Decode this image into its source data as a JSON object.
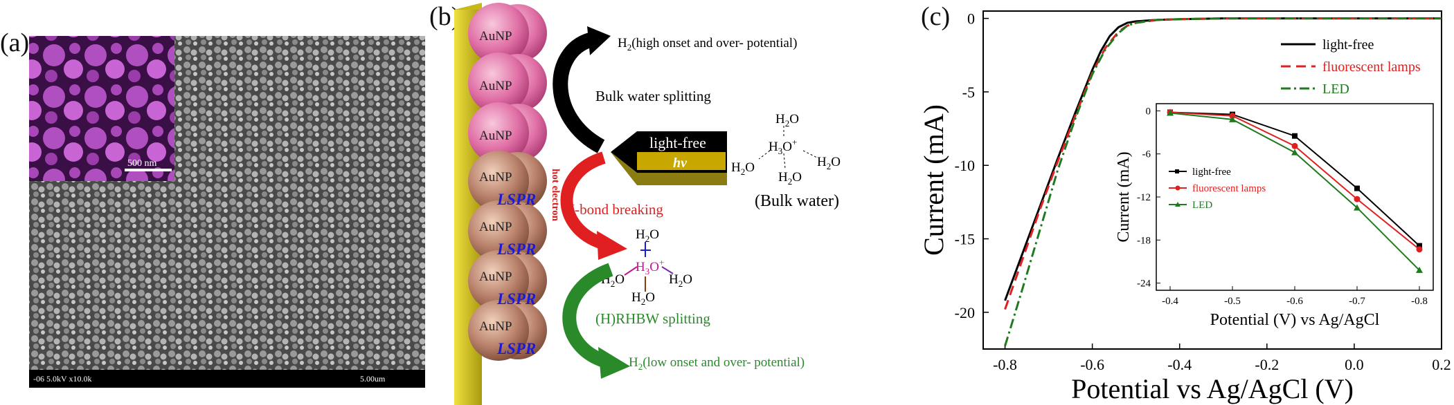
{
  "panel_a": {
    "label": "(a)",
    "scale_bar_label": "500 nm",
    "footer_left": "-06 5.0kV x10.0k",
    "footer_right": "5.00um"
  },
  "panel_b": {
    "label": "(b)",
    "particle_label": "AuNP",
    "lspr_label": "LSPR",
    "hot_electron_label": "hot electron",
    "top_product": "(high onset and over- potential)",
    "bulk_splitting": "Bulk water splitting",
    "light_free": "light-free",
    "hv": "hv",
    "bulk_water": "(Bulk water)",
    "hbond_breaking": "H-bond breaking",
    "rhbw_splitting": "(H)RHBW splitting",
    "bottom_product": "(low onset and over- potential)",
    "colors": {
      "pink": "#e0609a",
      "brown": "#b07a5e",
      "gold": "#d8c820",
      "red": "#e02020",
      "green": "#2a8a2a",
      "blue": "#1a1ad8"
    }
  },
  "panel_c": {
    "label": "(c)"
  },
  "chart_data": [
    {
      "type": "line",
      "xlabel": "Potential vs Ag/AgCl (V)",
      "ylabel": "Current (mA)",
      "xlim": [
        -0.85,
        0.2
      ],
      "ylim": [
        -22.5,
        0.5
      ],
      "xticks": [
        "-0.8",
        "-0.6",
        "-0.4",
        "-0.2",
        "0.0",
        "0.2"
      ],
      "yticks": [
        "0",
        "-5",
        "-10",
        "-15",
        "-20"
      ],
      "legend_position": "top-right",
      "series": [
        {
          "name": "light-free",
          "color": "#000000",
          "dash": "solid",
          "x": [
            -0.8,
            -0.76,
            -0.72,
            -0.68,
            -0.64,
            -0.6,
            -0.58,
            -0.56,
            -0.54,
            -0.52,
            -0.5,
            -0.45,
            -0.4,
            -0.3,
            -0.2,
            0.0,
            0.2
          ],
          "y": [
            -19.2,
            -16.0,
            -12.8,
            -9.6,
            -6.5,
            -3.5,
            -2.2,
            -1.2,
            -0.6,
            -0.3,
            -0.2,
            -0.1,
            -0.05,
            0,
            0,
            0,
            0
          ]
        },
        {
          "name": "fluorescent lamps",
          "color": "#e02020",
          "dash": "dashed",
          "x": [
            -0.8,
            -0.76,
            -0.72,
            -0.68,
            -0.64,
            -0.6,
            -0.57,
            -0.54,
            -0.52,
            -0.5,
            -0.45,
            -0.4,
            -0.3,
            -0.2,
            0.0,
            0.2
          ],
          "y": [
            -19.8,
            -16.4,
            -13.0,
            -9.8,
            -6.7,
            -3.7,
            -2.0,
            -0.9,
            -0.5,
            -0.3,
            -0.1,
            -0.05,
            0,
            0,
            0,
            0
          ]
        },
        {
          "name": "LED",
          "color": "#1f7a1f",
          "dash": "dashdot",
          "x": [
            -0.8,
            -0.76,
            -0.72,
            -0.68,
            -0.64,
            -0.6,
            -0.57,
            -0.54,
            -0.52,
            -0.5,
            -0.45,
            -0.4,
            -0.3,
            -0.2,
            0.0,
            0.2
          ],
          "y": [
            -22.3,
            -18.4,
            -14.4,
            -10.4,
            -6.9,
            -3.8,
            -2.1,
            -1.0,
            -0.5,
            -0.3,
            -0.1,
            -0.05,
            0,
            0,
            0,
            0
          ]
        }
      ]
    },
    {
      "type": "line",
      "xlabel": "Potential (V) vs Ag/AgCl",
      "ylabel": "Current (mA)",
      "categories": [
        "-0.4",
        "-0.5",
        "-0.6",
        "-0.7",
        "-0.8"
      ],
      "ylim": [
        -25,
        1
      ],
      "yticks": [
        "0",
        "-6",
        "-12",
        "-18",
        "-24"
      ],
      "legend_position": "center-left",
      "series": [
        {
          "name": "light-free",
          "color": "#000000",
          "marker": "square",
          "values": [
            -0.2,
            -0.5,
            -3.5,
            -10.8,
            -18.8
          ]
        },
        {
          "name": "fluorescent lamps",
          "color": "#e02020",
          "marker": "circle",
          "values": [
            -0.2,
            -0.7,
            -4.9,
            -12.3,
            -19.3
          ]
        },
        {
          "name": "LED",
          "color": "#1f7a1f",
          "marker": "triangle",
          "values": [
            -0.3,
            -1.2,
            -5.8,
            -13.5,
            -22.2
          ]
        }
      ]
    }
  ]
}
